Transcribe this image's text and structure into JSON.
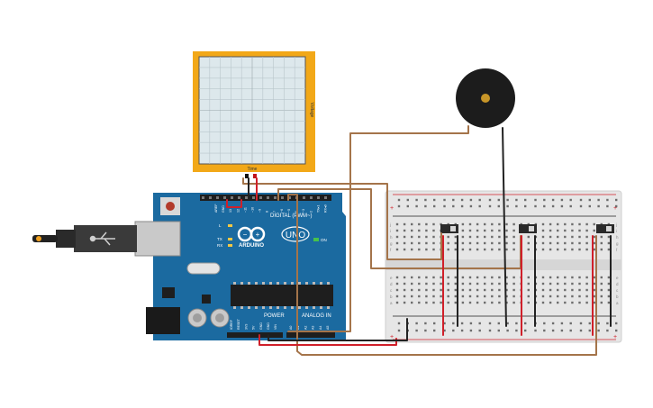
{
  "scene": {
    "title": "",
    "components": [
      "oscilloscope",
      "arduino-uno",
      "piezo-buzzer",
      "breadboard",
      "slide-switch-1",
      "slide-switch-2",
      "slide-switch-3"
    ]
  },
  "oscilloscope": {
    "y_label": "Voltage",
    "x_label": "Time",
    "grid_divisions": 10,
    "frame_color": "#f2a818",
    "screen_color": "#dde8ec"
  },
  "arduino": {
    "brand": "ARDUINO",
    "model": "UNO",
    "digital_label": "DIGITAL (PWM~)",
    "power_label": "POWER",
    "analog_label": "ANALOG IN",
    "on_label": "ON",
    "tx_label": "TX",
    "rx_label": "RX",
    "l_label": "L",
    "aref_label": "AREF",
    "gnd_label": "GND",
    "digital_pins": [
      "13",
      "12",
      "~11",
      "~10",
      "~9",
      "8",
      "7",
      "~6",
      "~5",
      "4",
      "~3",
      "2",
      "TX▸1",
      "RX◂0"
    ],
    "power_pins": [
      "IOREF",
      "RESET",
      "3V3",
      "5V",
      "GND",
      "GND",
      "VIN"
    ],
    "analog_pins": [
      "A0",
      "A1",
      "A2",
      "A3",
      "A4",
      "A5"
    ],
    "board_color": "#1b6aa0"
  },
  "breadboard": {
    "plus_label": "+",
    "minus_label": "-",
    "row_letters_top": [
      "j",
      "i",
      "h",
      "g",
      "f"
    ],
    "row_letters_bottom": [
      "e",
      "d",
      "c",
      "b",
      "a"
    ]
  },
  "wires": {
    "brown": "#a4744a",
    "red": "#d0202a",
    "black": "#222222"
  }
}
